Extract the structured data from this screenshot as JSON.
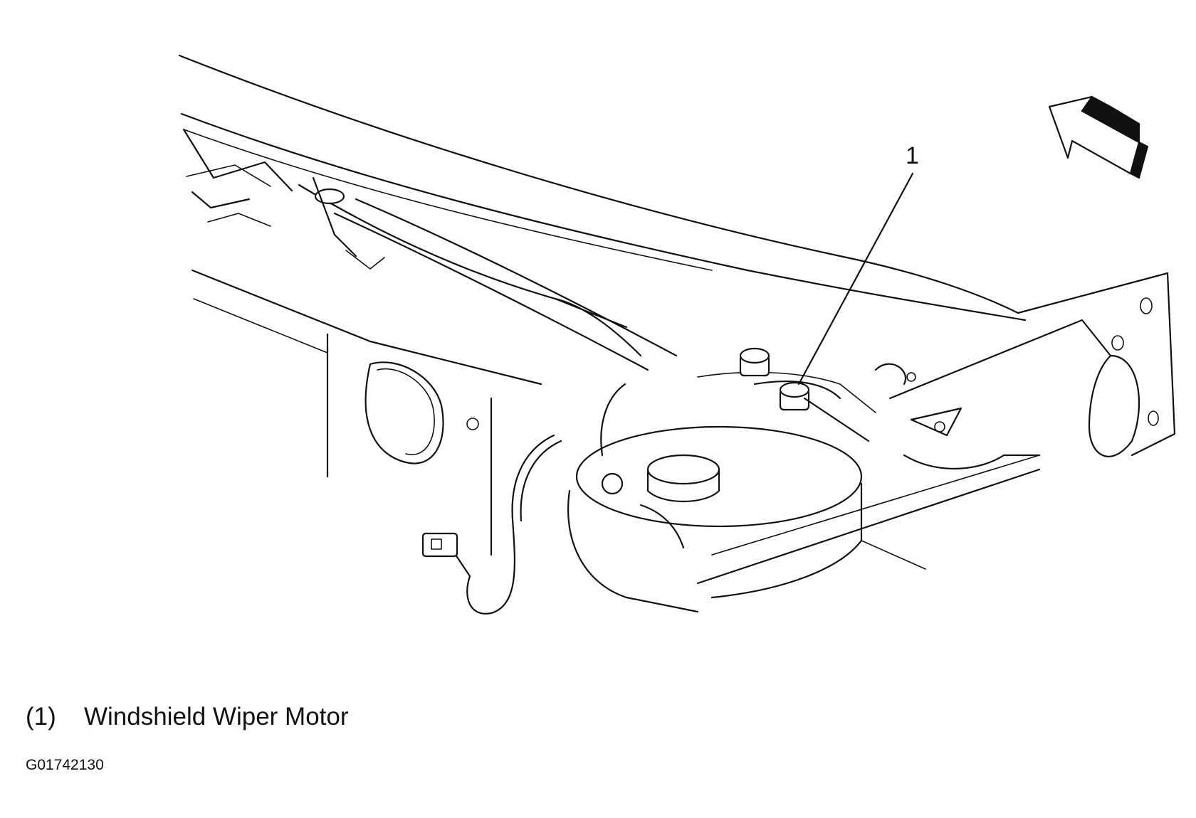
{
  "callout": {
    "number": "1"
  },
  "legend": [
    {
      "number": "(1)",
      "label": "Windshield Wiper Motor"
    }
  ],
  "figure_code": "G01742130",
  "icons": {
    "direction_arrow": "forward-arrow-icon"
  }
}
